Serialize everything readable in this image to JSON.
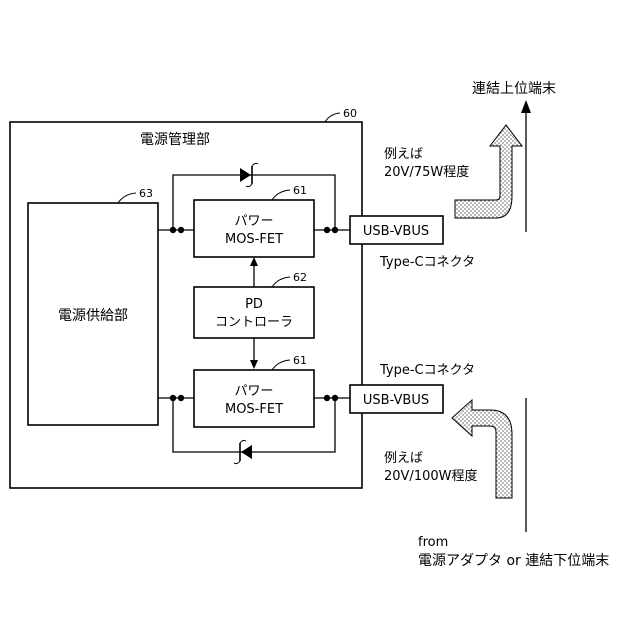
{
  "labels": {
    "upstream_terminal": "連結上位端末",
    "power_management": "電源管理部",
    "power_management_ref": "60",
    "power_supply": "電源供給部",
    "power_supply_ref": "63",
    "upper_power_mosfet_line1": "パワー",
    "upper_power_mosfet_line2": "MOS-FET",
    "upper_power_mosfet_ref": "61",
    "pd_controller_line1": "PD",
    "pd_controller_line2": "コントローラ",
    "pd_controller_ref": "62",
    "lower_power_mosfet_line1": "パワー",
    "lower_power_mosfet_line2": "MOS-FET",
    "lower_power_mosfet_ref": "61",
    "upper_usb_vbus": "USB-VBUS",
    "lower_usb_vbus": "USB-VBUS",
    "upper_connector": "Type-Cコネクタ",
    "lower_connector": "Type-Cコネクタ",
    "upper_example_line1": "例えば",
    "upper_example_line2": "20V/75W程度",
    "lower_example_line1": "例えば",
    "lower_example_line2": "20V/100W程度",
    "source_line1": "from",
    "source_line2": "電源アダプタ or 連結下位端末"
  }
}
